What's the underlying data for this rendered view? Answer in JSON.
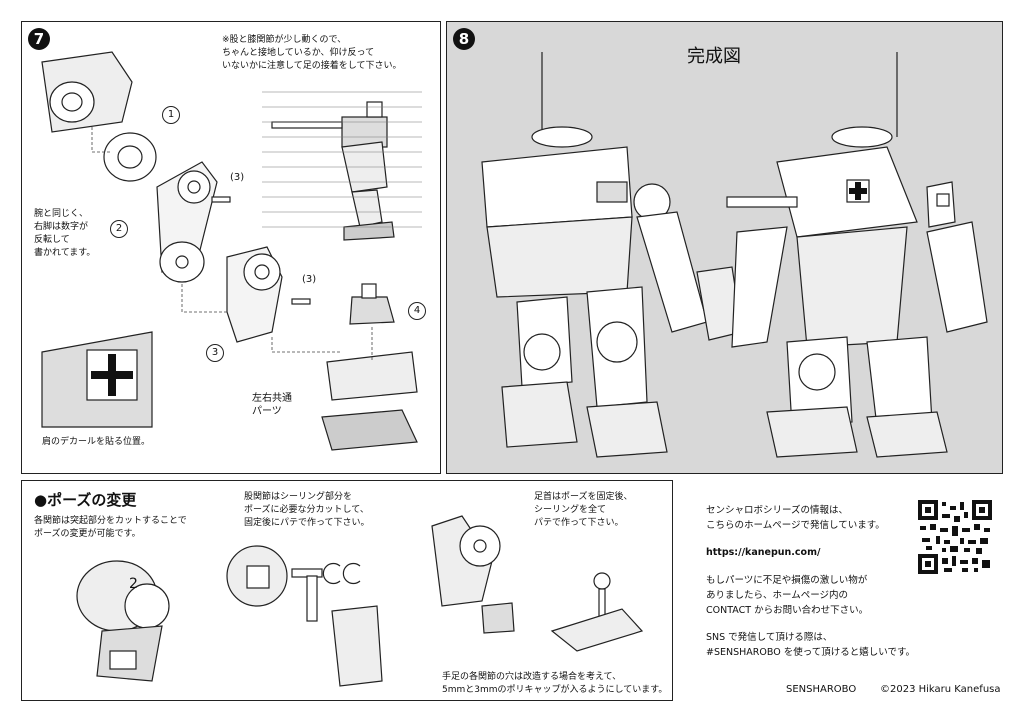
{
  "step7": {
    "number": "7",
    "note_top": "※股と膝関節が少し動くので、\nちゃんと接地しているか、仰け反って\nいないかに注意して足の接着をして下さい。",
    "note_left": "腕と同じく、\n右脚は数字が\n反転して\n書かれてます。",
    "callouts": [
      "1",
      "2",
      "3",
      "4"
    ],
    "label_3a": "(3)",
    "label_3b": "(3)",
    "label_common": "左右共通\nパーツ",
    "decal_caption": "肩のデカールを貼る位置。"
  },
  "step8": {
    "number": "8",
    "title": "完成図"
  },
  "pose": {
    "title": "●ポーズの変更",
    "note1": "各関節は突起部分をカットすることで\nポーズの変更が可能です。",
    "note2": "股関節はシーリング部分を\nポーズに必要な分カットして、\n固定後にパテで作って下さい。",
    "note3": "足首はポーズを固定後、\nシーリングを全て\nパテで作って下さい。",
    "note4": "手足の各関節の穴は改造する場合を考えて、\n5mmと3mmのポリキャップが入るようにしています。",
    "joint_number": "2"
  },
  "info": {
    "line1": "センシャロボシリーズの情報は、\nこちらのホームページで発信しています。",
    "url": "https://kanepun.com/",
    "line2": "もしパーツに不足や損傷の激しい物が\nありましたら、ホームページ内の\nCONTACT からお問い合わせ下さい。",
    "line3": "SNS で発信して頂ける際は、\n#SENSHAROBO を使って頂けると嬉しいです。"
  },
  "footer": {
    "brand": "SENSHAROBO",
    "copyright": "©2023 Hikaru Kanefusa"
  }
}
